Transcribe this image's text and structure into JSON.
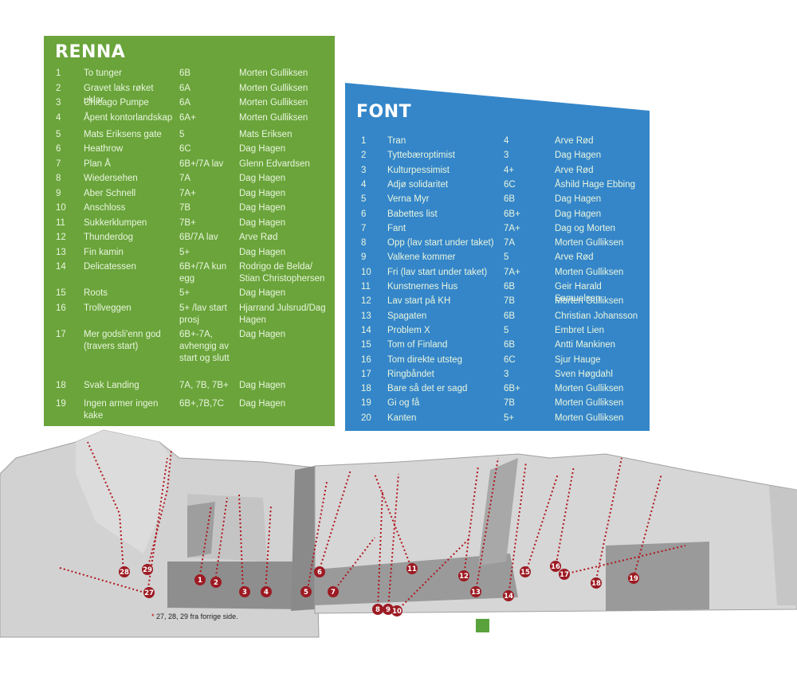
{
  "renna": {
    "title": "RENNA",
    "routes": [
      {
        "no": "1",
        "name": "To tunger",
        "grade": "6B",
        "setter": "Morten Gulliksen"
      },
      {
        "no": "2",
        "name": "Gravet laks røket uklar",
        "grade": "6A",
        "setter": "Morten Gulliksen"
      },
      {
        "no": "3",
        "name": "Chicago Pumpe",
        "grade": "6A",
        "setter": "Morten Gulliksen"
      },
      {
        "no": "4",
        "name": "Åpent kontorlandskap",
        "grade": "6A+",
        "setter": "Morten Gulliksen"
      },
      {
        "no": "5",
        "name": "Mats Eriksens gate",
        "grade": "5",
        "setter": "Mats Eriksen"
      },
      {
        "no": "6",
        "name": "Heathrow",
        "grade": "6C",
        "setter": "Dag Hagen"
      },
      {
        "no": "7",
        "name": "Plan Å",
        "grade": "6B+/7A lav",
        "setter": "Glenn Edvardsen"
      },
      {
        "no": "8",
        "name": "Wiedersehen",
        "grade": "7A",
        "setter": "Dag Hagen"
      },
      {
        "no": "9",
        "name": "Aber Schnell",
        "grade": "7A+",
        "setter": "Dag Hagen"
      },
      {
        "no": "10",
        "name": "Anschloss",
        "grade": "7B",
        "setter": "Dag Hagen"
      },
      {
        "no": "11",
        "name": "Sukkerklumpen",
        "grade": "7B+",
        "setter": "Dag Hagen"
      },
      {
        "no": "12",
        "name": "Thunderdog",
        "grade": "6B/7A lav",
        "setter": "Arve Rød"
      },
      {
        "no": "13",
        "name": "Fin kamin",
        "grade": "5+",
        "setter": "Dag Hagen"
      },
      {
        "no": "14",
        "name": "Delicatessen",
        "grade": "6B+/7A kun egg",
        "setter": "Rodrigo de Belda/ Stian Christophersen"
      },
      {
        "no": "15",
        "name": "Roots",
        "grade": "5+",
        "setter": "Dag Hagen"
      },
      {
        "no": "16",
        "name": "Trollveggen",
        "grade": "5+ /lav start prosj",
        "setter": "Hjarrand Julsrud/Dag Hagen"
      },
      {
        "no": "17",
        "name": "Mer godsli'enn god (travers start)",
        "grade": "6B+-7A, avhengig av start og slutt",
        "setter": "Dag Hagen"
      },
      {
        "no": "18",
        "name": "Svak Landing",
        "grade": "7A, 7B, 7B+",
        "setter": "Dag Hagen"
      },
      {
        "no": "19",
        "name": "Ingen armer ingen kake",
        "grade": "6B+,7B,7C",
        "setter": "Dag Hagen"
      }
    ]
  },
  "font": {
    "title": "FONT",
    "routes": [
      {
        "no": "1",
        "name": "Tran",
        "grade": "4",
        "setter": "Arve Rød"
      },
      {
        "no": "2",
        "name": "Tyttebæroptimist",
        "grade": "3",
        "setter": "Dag Hagen"
      },
      {
        "no": "3",
        "name": "Kulturpessimist",
        "grade": "4+",
        "setter": "Arve Rød"
      },
      {
        "no": "4",
        "name": "Adjø solidaritet",
        "grade": "6C",
        "setter": "Åshild Hage Ebbing"
      },
      {
        "no": "5",
        "name": "Verna Myr",
        "grade": "6B",
        "setter": "Dag Hagen"
      },
      {
        "no": "6",
        "name": "Babettes list",
        "grade": "6B+",
        "setter": "Dag Hagen"
      },
      {
        "no": "7",
        "name": "Fant",
        "grade": "7A+",
        "setter": "Dag og Morten"
      },
      {
        "no": "8",
        "name": "Opp (lav start under taket)",
        "grade": "7A",
        "setter": "Morten Gulliksen"
      },
      {
        "no": "9",
        "name": "Valkene kommer",
        "grade": "5",
        "setter": "Arve Rød"
      },
      {
        "no": "10",
        "name": "Fri (lav start under taket)",
        "grade": "7A+",
        "setter": "Morten Gulliksen"
      },
      {
        "no": "11",
        "name": "Kunstnernes Hus",
        "grade": "6B",
        "setter": "Geir Harald Samuelsen"
      },
      {
        "no": "12",
        "name": "Lav start på KH",
        "grade": "7B",
        "setter": "Morten Gulliksen"
      },
      {
        "no": "13",
        "name": "Spagaten",
        "grade": "6B",
        "setter": "Christian Johansson"
      },
      {
        "no": "14",
        "name": "Problem X",
        "grade": "5",
        "setter": "Embret Lien"
      },
      {
        "no": "15",
        "name": "Tom of Finland",
        "grade": "6B",
        "setter": "Antti Mankinen"
      },
      {
        "no": "16",
        "name": "Tom direkte utsteg",
        "grade": "6C",
        "setter": "Sjur Hauge"
      },
      {
        "no": "17",
        "name": "Ringbåndet",
        "grade": "3",
        "setter": "Sven Høgdahl"
      },
      {
        "no": "18",
        "name": "Bare så det er sagd",
        "grade": "6B+",
        "setter": "Morten Gulliksen"
      },
      {
        "no": "19",
        "name": "Gi og få",
        "grade": "7B",
        "setter": "Morten Gulliksen"
      },
      {
        "no": "20",
        "name": "Kanten",
        "grade": "5+",
        "setter": "Morten Gulliksen"
      }
    ]
  },
  "topo": {
    "markers": [
      "1",
      "2",
      "3",
      "4",
      "5",
      "6",
      "7",
      "8",
      "9",
      "10",
      "11",
      "12",
      "13",
      "14",
      "15",
      "16",
      "17",
      "18",
      "19",
      "27",
      "28",
      "29"
    ],
    "footnote_star": "*",
    "footnote": "27, 28, 29 fra forrige side.",
    "colors": {
      "route_line": "#b0161d",
      "marker": "#9c1b23",
      "rock_light": "#d6d6d6",
      "rock_mid": "#b4b4b4",
      "rock_dark": "#8e8e8e"
    }
  }
}
